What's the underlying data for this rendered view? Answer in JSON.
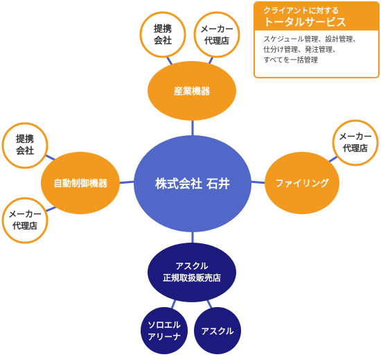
{
  "colors": {
    "line": "#4a5ec8",
    "center_fill": "#5268c9",
    "orange_fill": "#f39a1e",
    "navy_fill": "#1c1a7c",
    "outline_orange": "#f39a1e",
    "outline_text": "#333333",
    "white_text": "#ffffff"
  },
  "diagram": {
    "center": {
      "label": "株式会社 石井"
    },
    "hubs": {
      "sangyo": {
        "label": "産業機器"
      },
      "jido": {
        "label": "自動制御機器"
      },
      "filing": {
        "label": "ファイリング"
      },
      "askul": {
        "label_lines": [
          "アスクル",
          "正規取扱販売店"
        ]
      }
    },
    "leaves": {
      "teikei_top": {
        "label_lines": [
          "提携",
          "会社"
        ]
      },
      "maker_top": {
        "label_lines": [
          "メーカー",
          "代理店"
        ]
      },
      "teikei_left": {
        "label_lines": [
          "提携",
          "会社"
        ]
      },
      "maker_left": {
        "label_lines": [
          "メーカー",
          "代理店"
        ]
      },
      "maker_right": {
        "label_lines": [
          "メーカー",
          "代理店"
        ]
      },
      "solo_arena": {
        "label_lines": [
          "ソロエル",
          "アリーナ"
        ]
      },
      "askul_leaf": {
        "label": "アスクル"
      }
    }
  },
  "callout": {
    "subtitle": "クライアントに対する",
    "title": "トータルサービス",
    "body_lines": [
      "スケジュール管理、設計管理、",
      "仕分け管理、発注管理、",
      "すべてを一括管理"
    ]
  }
}
